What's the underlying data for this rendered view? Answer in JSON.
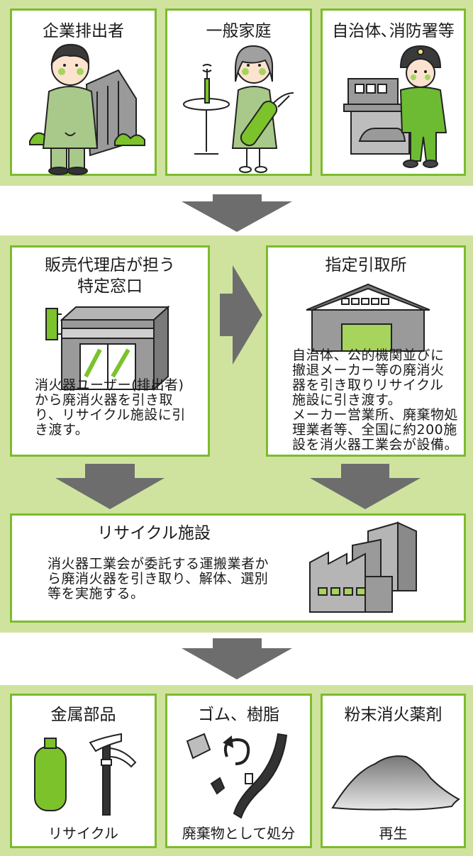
{
  "sources": [
    {
      "label": "企業排出者",
      "illustration": "office-worker-icon"
    },
    {
      "label": "一般家庭",
      "illustration": "homemaker-icon"
    },
    {
      "label": "自治体､消防署等",
      "illustration": "firefighter-icon"
    }
  ],
  "window": {
    "title": "販売代理店が担う\n特定窓口",
    "body": "消火器ユーザー(排出者)\nから廃消火器を引き取\nり、リサイクル施設に引\nき渡す。",
    "illustration": "shop-icon"
  },
  "site": {
    "title": "指定引取所",
    "body": "自治体、公的機関並びに\n撤退メーカー等の廃消火\n器を引き取りリサイクル\n施設に引き渡す。\nメーカー営業所、廃棄物処\n理業者等、全国に約200施\n設を消火器工業会が設備。",
    "illustration": "warehouse-icon"
  },
  "facility": {
    "title": "リサイクル施設",
    "body": "消火器工業会が委託する運搬業者か\nら廃消火器を引き取り、解体、選別\n等を実施する。",
    "illustration": "factory-icon"
  },
  "outputs": [
    {
      "label": "金属部品",
      "caption": "リサイクル",
      "illustration": "extinguisher-parts-icon"
    },
    {
      "label": "ゴム、樹脂",
      "caption": "廃棄物として処分",
      "illustration": "rubber-parts-icon"
    },
    {
      "label": "粉末消火薬剤",
      "caption": "再生",
      "illustration": "powder-pile-icon"
    }
  ],
  "colors": {
    "band": "#cfe39f",
    "border": "#7dbb2e",
    "arrow": "#6d6d6d",
    "accent_green": "#7cc22b"
  }
}
